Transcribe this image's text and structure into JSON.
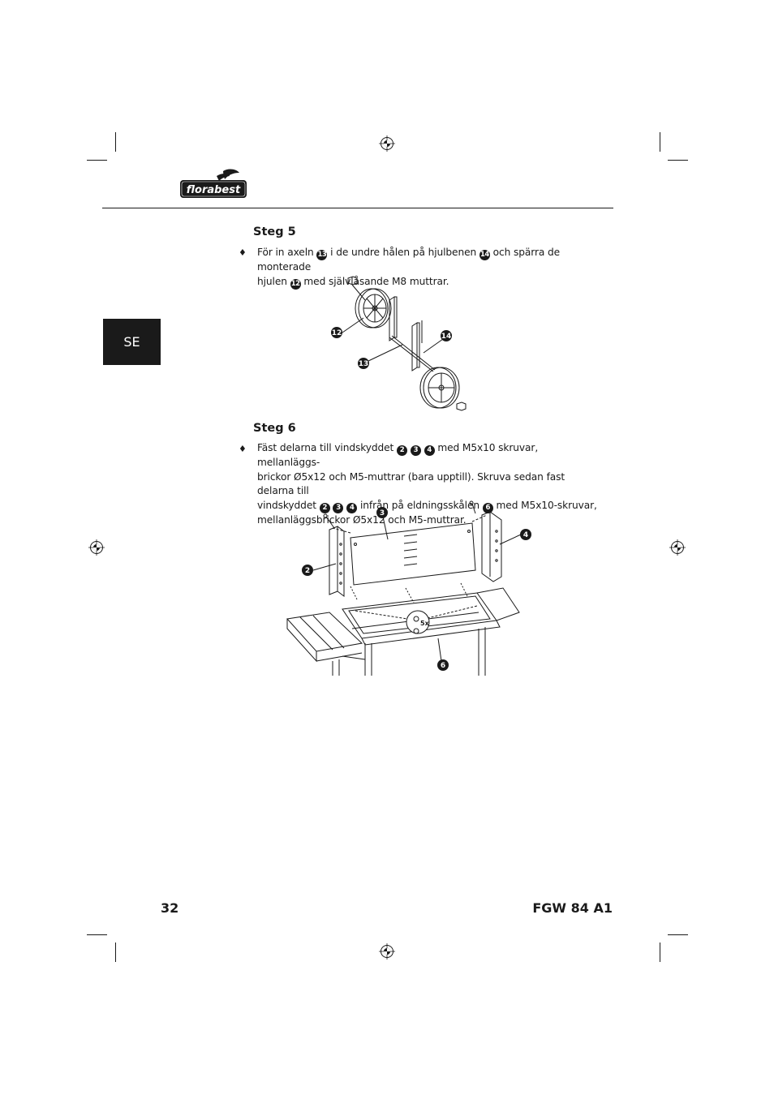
{
  "header": {
    "brand": "florabest",
    "language_tab": "SE"
  },
  "steps": [
    {
      "title": "Steg 5",
      "bullet": "♦",
      "lines": [
        {
          "parts": [
            "För in axeln ",
            " i de undre hålen på hjulbenen ",
            " och spärra de monterade"
          ],
          "callouts": [
            "13",
            "14"
          ]
        },
        {
          "parts": [
            "hjulen ",
            " med självlåsande M8 muttrar."
          ],
          "callouts": [
            "12"
          ]
        }
      ],
      "figure_callouts": [
        "12",
        "14",
        "13"
      ]
    },
    {
      "title": "Steg 6",
      "bullet": "♦",
      "lines": [
        {
          "parts": [
            "Fäst delarna till vindskyddet ",
            " ",
            " ",
            " med  M5x10 skruvar, mellanläggs-"
          ],
          "callouts": [
            "2",
            "3",
            "4"
          ]
        },
        {
          "parts": [
            "brickor Ø5x12 och M5-muttrar (bara upptill). Skruva sedan fast delarna till"
          ],
          "callouts": []
        },
        {
          "parts": [
            "vindskyddet ",
            " ",
            " ",
            " infrån på eldningsskålen ",
            " med M5x10-skruvar,"
          ],
          "callouts": [
            "2",
            "3",
            "4",
            "6"
          ]
        },
        {
          "parts": [
            "mellanläggsbrickor Ø5x12 och M5-muttrar."
          ],
          "callouts": []
        }
      ],
      "figure_callouts": [
        "3",
        "4",
        "2",
        "6"
      ],
      "figure_note": "5x"
    }
  ],
  "footer": {
    "page_number": "32",
    "model": "FGW 84 A1"
  },
  "colors": {
    "ink": "#1a1a1a",
    "paper": "#ffffff"
  }
}
